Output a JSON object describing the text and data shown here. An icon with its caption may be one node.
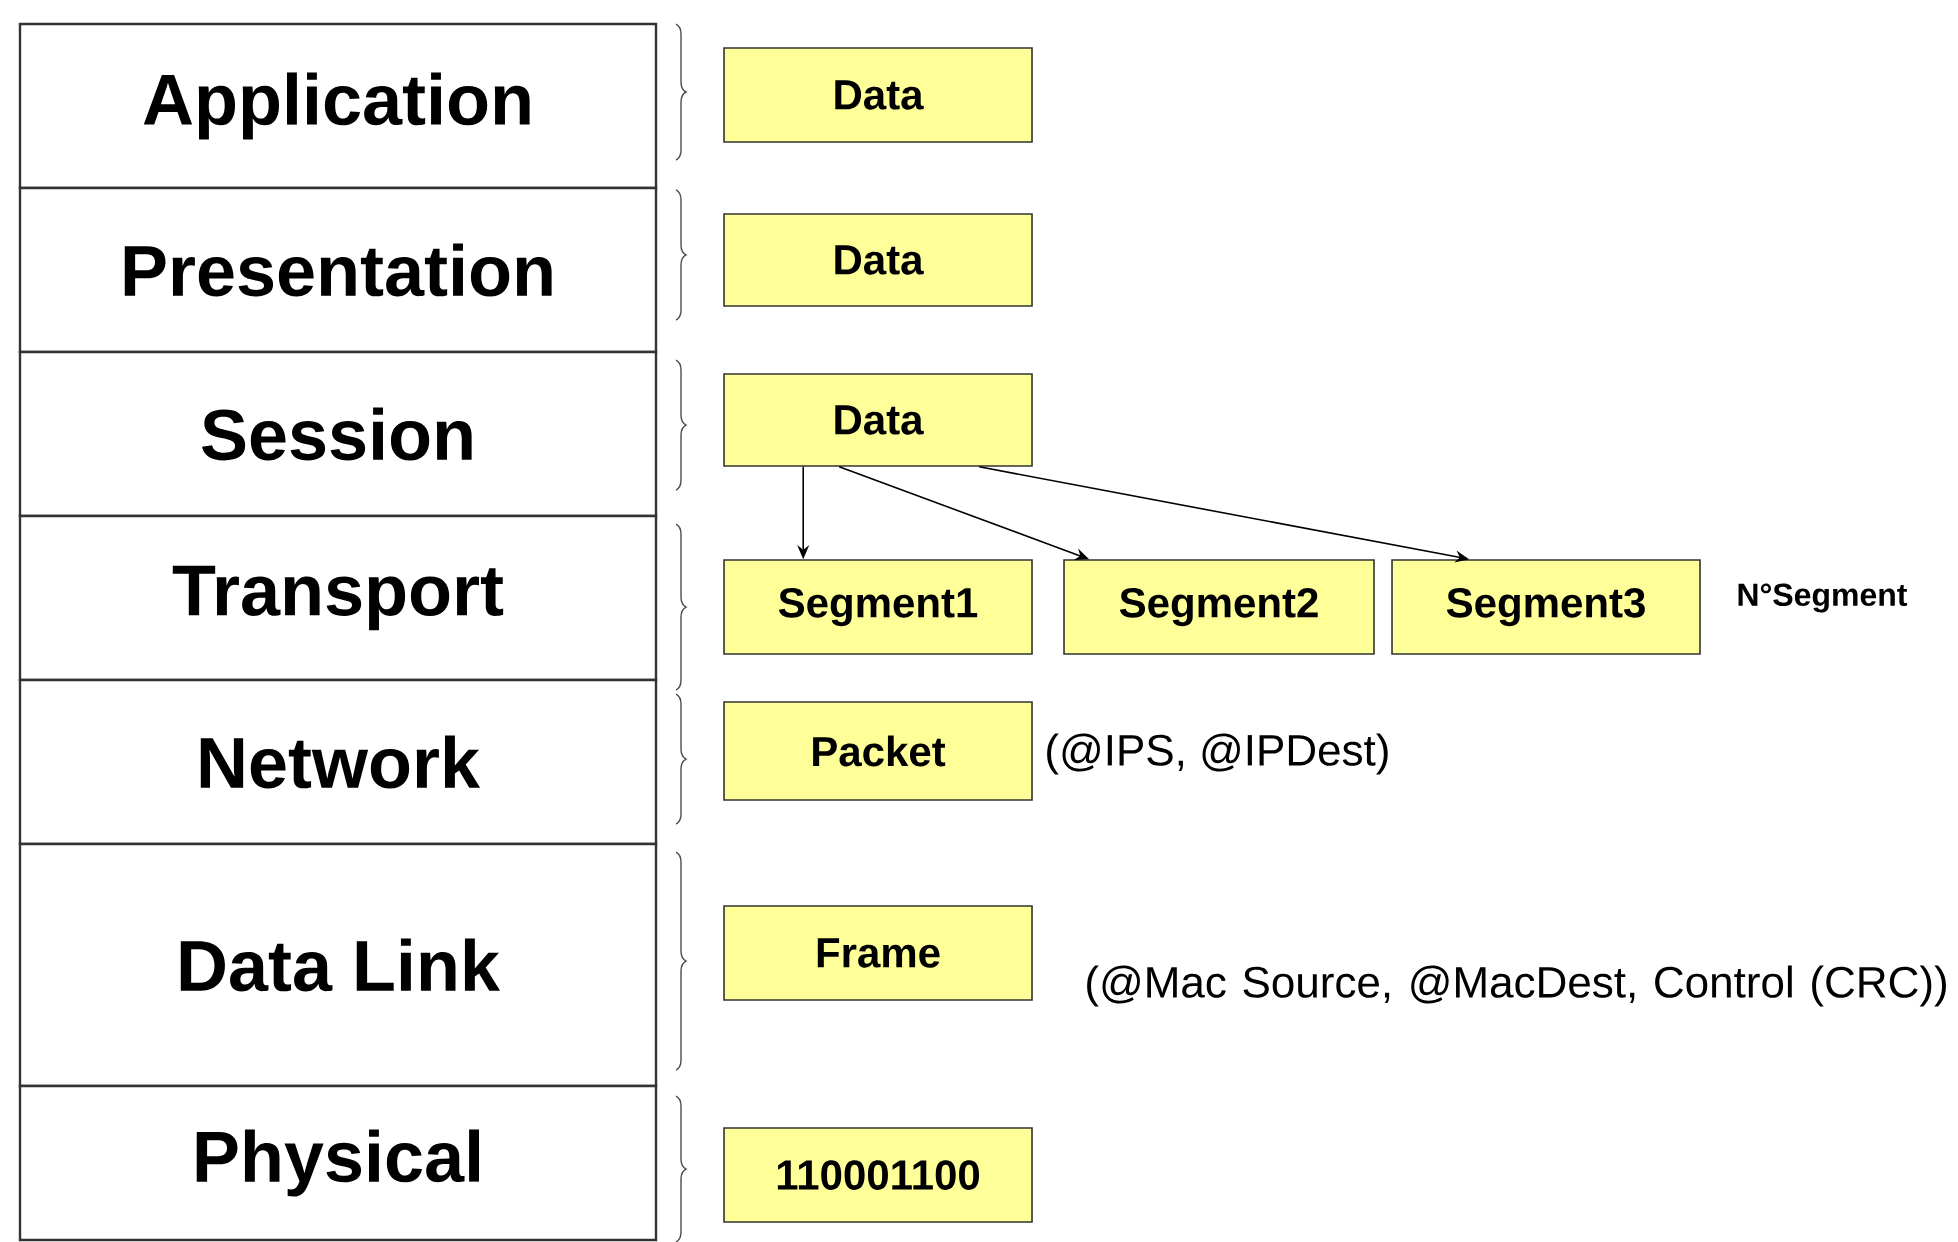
{
  "diagram": {
    "nodes": [
      {
        "text": [
          "Application"
        ]
      },
      {
        "text": [
          "Presentation"
        ]
      },
      {
        "text": [
          "Session"
        ]
      },
      {
        "text": [
          "Transport"
        ]
      },
      {
        "text": [
          "Network"
        ]
      },
      {
        "text": [
          "Data Link"
        ]
      },
      {
        "text": [
          "Physical"
        ]
      },
      {
        "text": [
          "Data"
        ]
      },
      {
        "text": [
          "Data"
        ]
      },
      {
        "text": [
          "Data"
        ]
      },
      {
        "text": [
          "Segment1"
        ]
      },
      {
        "text": [
          "Segment2"
        ]
      },
      {
        "text": [
          "Segment3"
        ]
      },
      {
        "text": [
          "Packet"
        ]
      },
      {
        "text": [
          "Frame"
        ]
      },
      {
        "text": [
          "110001100"
        ]
      }
    ],
    "edges": [
      {
        "from": 9,
        "to": 10,
        "arrow": "to"
      },
      {
        "from": 9,
        "to": 11,
        "arrow": "to"
      },
      {
        "from": 9,
        "to": 12,
        "arrow": "to"
      }
    ],
    "labels": [
      "N°Segment",
      "(@IPS, @IPDest)",
      "(@Mac Source, @MacDest, Control (CRC))"
    ]
  }
}
